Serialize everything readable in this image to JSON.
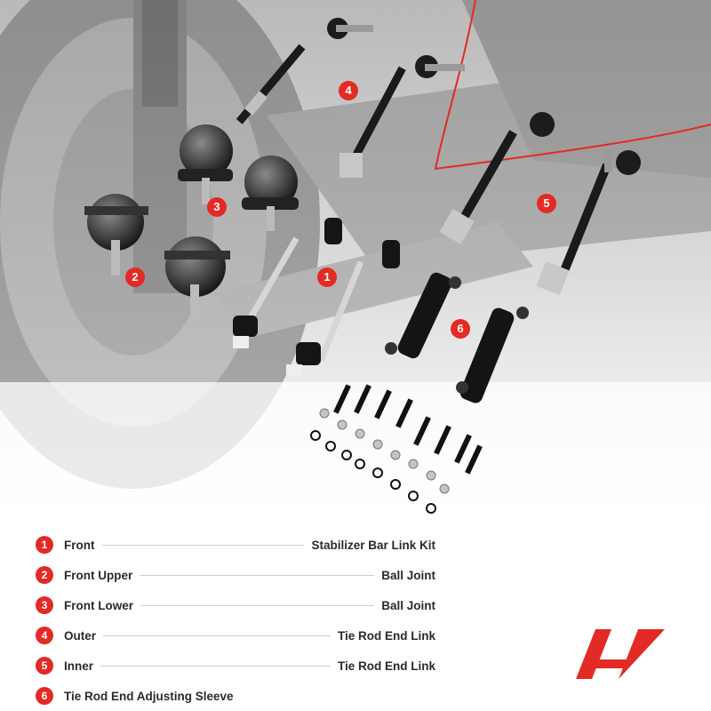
{
  "brand": {
    "accent": "#e32a25",
    "logo_icon": "a-premium-logo-icon"
  },
  "callouts": [
    "1",
    "2",
    "3",
    "4",
    "5",
    "6"
  ],
  "legend": [
    {
      "num": "1",
      "left": "Front",
      "right": "Stabilizer Bar Link Kit"
    },
    {
      "num": "2",
      "left": "Front Upper",
      "right": "Ball Joint"
    },
    {
      "num": "3",
      "left": "Front Lower",
      "right": "Ball Joint"
    },
    {
      "num": "4",
      "left": "Outer",
      "right": "Tie Rod End Link"
    },
    {
      "num": "5",
      "left": "Inner",
      "right": "Tie Rod End Link"
    },
    {
      "num": "6",
      "left": "Tie Rod End Adjusting Sleeve",
      "right": ""
    }
  ]
}
